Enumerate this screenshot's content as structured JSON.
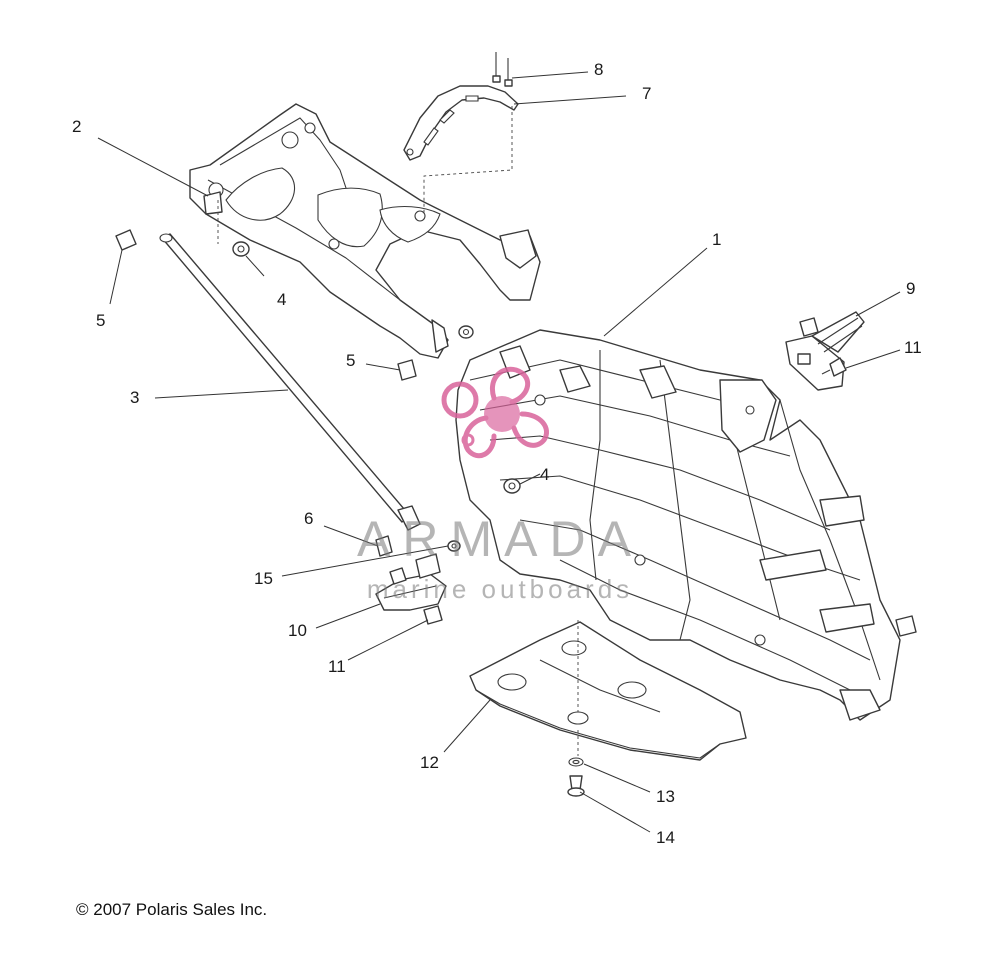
{
  "callouts": {
    "c1": "1",
    "c2": "2",
    "c3": "3",
    "c4a": "4",
    "c4b": "4",
    "c5a": "5",
    "c5b": "5",
    "c6": "6",
    "c7": "7",
    "c8": "8",
    "c9": "9",
    "c10": "10",
    "c11a": "11",
    "c11b": "11",
    "c12": "12",
    "c13": "13",
    "c14": "14",
    "c15": "15"
  },
  "watermark": {
    "brand": "ARMADA",
    "tagline": "marine outboards",
    "color": "#d9639b"
  },
  "copyright": "2007 Polaris Sales Inc."
}
